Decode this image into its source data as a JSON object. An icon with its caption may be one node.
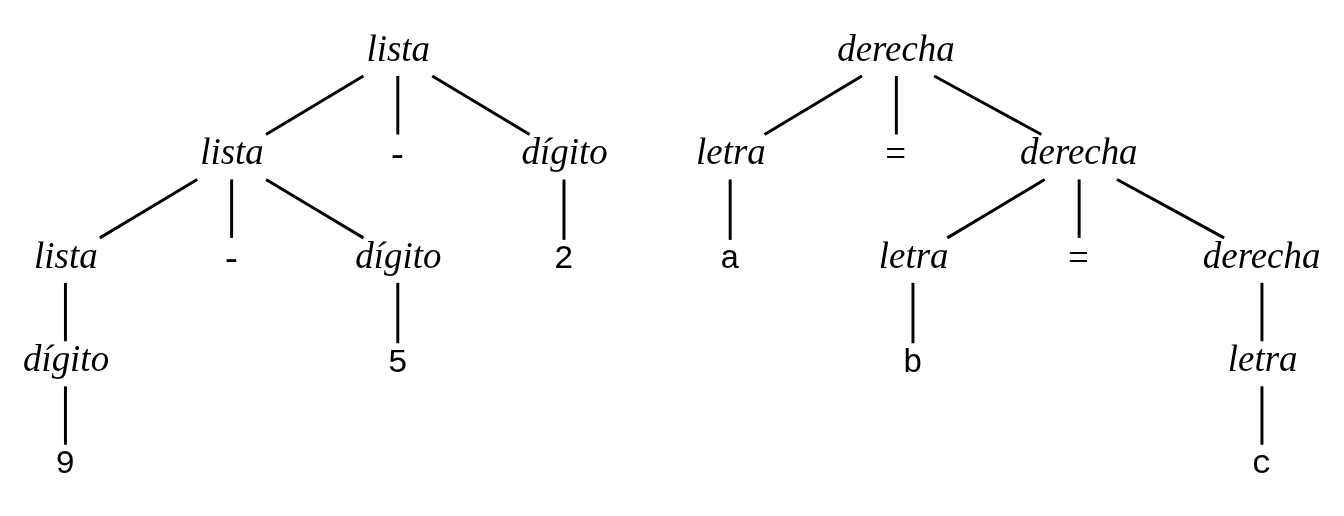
{
  "diagram": {
    "nodes": [
      {
        "text": [
          "lista"
        ]
      },
      {
        "text": [
          "lista"
        ]
      },
      {
        "text": [
          "-"
        ]
      },
      {
        "text": [
          "dígito"
        ]
      },
      {
        "text": [
          "lista"
        ]
      },
      {
        "text": [
          "-"
        ]
      },
      {
        "text": [
          "dígito"
        ]
      },
      {
        "text": [
          "2"
        ]
      },
      {
        "text": [
          "dígito"
        ]
      },
      {
        "text": [
          "5"
        ]
      },
      {
        "text": [
          "9"
        ]
      },
      {
        "text": [
          "derecha"
        ]
      },
      {
        "text": [
          "letra"
        ]
      },
      {
        "text": [
          "="
        ]
      },
      {
        "text": [
          "derecha"
        ]
      },
      {
        "text": [
          "a"
        ]
      },
      {
        "text": [
          "letra"
        ]
      },
      {
        "text": [
          "="
        ]
      },
      {
        "text": [
          "derecha"
        ]
      },
      {
        "text": [
          "b"
        ]
      },
      {
        "text": [
          "letra"
        ]
      },
      {
        "text": [
          "c"
        ]
      }
    ],
    "edges": [
      {
        "from": 0,
        "to": 1,
        "arrow": "none"
      },
      {
        "from": 0,
        "to": 2,
        "arrow": "none"
      },
      {
        "from": 0,
        "to": 3,
        "arrow": "none"
      },
      {
        "from": 1,
        "to": 4,
        "arrow": "none"
      },
      {
        "from": 1,
        "to": 5,
        "arrow": "none"
      },
      {
        "from": 1,
        "to": 6,
        "arrow": "none"
      },
      {
        "from": 3,
        "to": 7,
        "arrow": "none"
      },
      {
        "from": 4,
        "to": 8,
        "arrow": "none"
      },
      {
        "from": 6,
        "to": 9,
        "arrow": "none"
      },
      {
        "from": 8,
        "to": 10,
        "arrow": "none"
      },
      {
        "from": 11,
        "to": 12,
        "arrow": "none"
      },
      {
        "from": 11,
        "to": 13,
        "arrow": "none"
      },
      {
        "from": 11,
        "to": 14,
        "arrow": "none"
      },
      {
        "from": 12,
        "to": 15,
        "arrow": "none"
      },
      {
        "from": 14,
        "to": 16,
        "arrow": "none"
      },
      {
        "from": 14,
        "to": 17,
        "arrow": "none"
      },
      {
        "from": 14,
        "to": 18,
        "arrow": "none"
      },
      {
        "from": 16,
        "to": 19,
        "arrow": "none"
      },
      {
        "from": 18,
        "to": 20,
        "arrow": "none"
      },
      {
        "from": 20,
        "to": 21,
        "arrow": "none"
      }
    ]
  }
}
